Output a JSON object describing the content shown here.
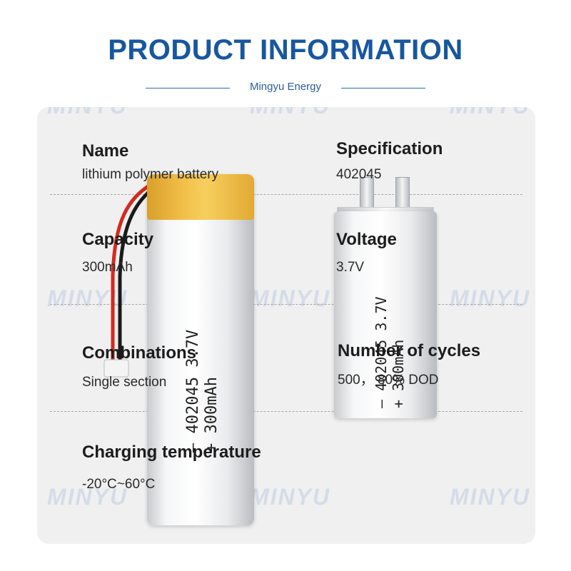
{
  "header": {
    "title": "PRODUCT INFORMATION",
    "subtitle": "Mingyu Energy"
  },
  "watermark": {
    "text": "MINYU"
  },
  "battery_print": {
    "line1": "– 402045 3.7V",
    "line2": "+ 300mAh"
  },
  "fields": {
    "name": {
      "label": "Name",
      "value": "lithium polymer battery"
    },
    "specification": {
      "label": "Specification",
      "value": "402045"
    },
    "capacity": {
      "label": "Capacity",
      "value": "300mAh"
    },
    "voltage": {
      "label": "Voltage",
      "value": "3.7V"
    },
    "combinations": {
      "label": "Combinations",
      "value": "Single section"
    },
    "cycles": {
      "label": "Number of cycles",
      "value": "500， 80% DOD"
    },
    "charging_temperature": {
      "label": "Charging temperature",
      "value": "-20°C~60°C"
    }
  },
  "colors": {
    "title": "#17579f",
    "card_background": "#f0f0f1",
    "battery_wrap": "#f2c04a"
  }
}
